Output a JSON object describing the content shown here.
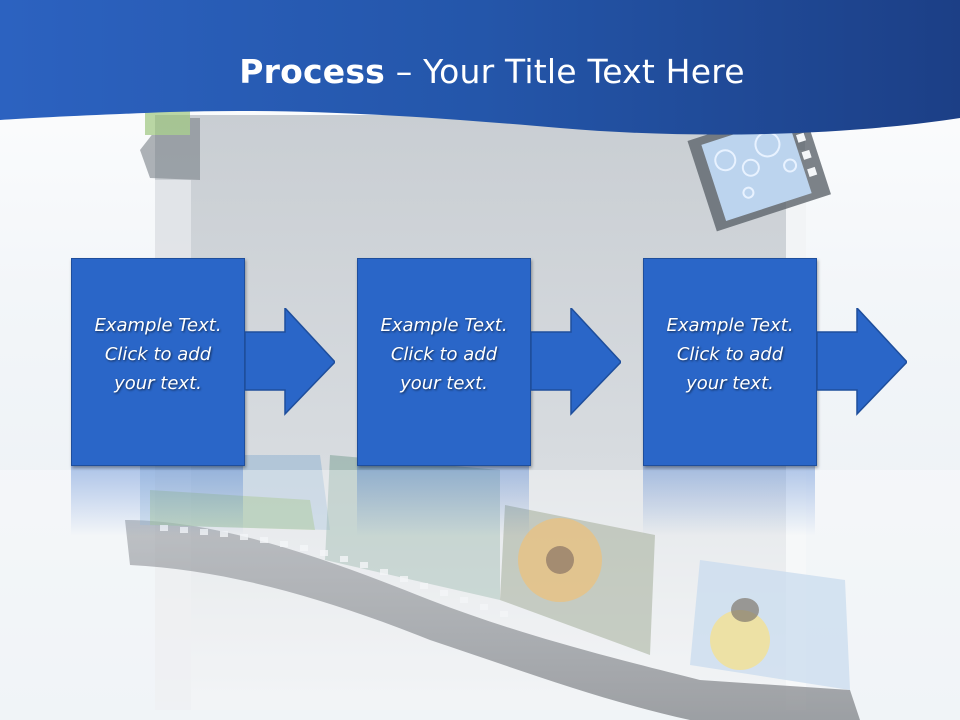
{
  "slide": {
    "title_bold": "Process",
    "title_rest": " – Your Title Text Here"
  },
  "steps": [
    {
      "line1": "Example Text.",
      "line2": "Click  to add",
      "line3": "your text."
    },
    {
      "line1": "Example Text.",
      "line2": "Click  to add",
      "line3": "your text."
    },
    {
      "line1": "Example Text.",
      "line2": "Click  to add",
      "line3": "your text."
    }
  ],
  "colors": {
    "header_blue": "#1f4f9e",
    "box_blue": "#2a66c8",
    "box_border": "#1e4e9c"
  },
  "icons": [
    "arrow-right-icon",
    "film-strip-decoration"
  ]
}
